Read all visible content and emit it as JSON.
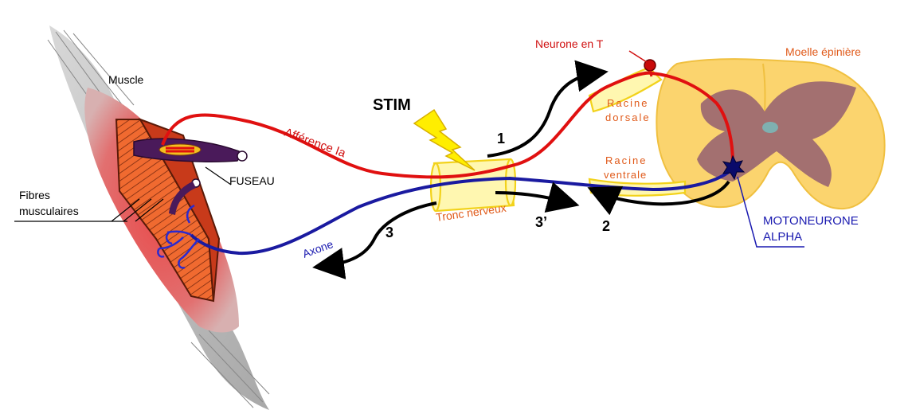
{
  "labels": {
    "muscle": "Muscle",
    "fibres_line1": "Fibres",
    "fibres_line2": "musculaires",
    "fuseau": "FUSEAU",
    "afference": "Afférence Ia",
    "stim": "STIM",
    "neurone_t": "Neurone en T",
    "moelle": "Moelle épinière",
    "racine_dorsale_1": "Racine",
    "racine_dorsale_2": "dorsale",
    "racine_ventrale_1": "Racine",
    "racine_ventrale_2": "ventrale",
    "tronc": "Tronc nerveux",
    "axone": "Axone",
    "moto_line1": "MOTONEURONE",
    "moto_line2": "ALPHA",
    "num_1": "1",
    "num_2": "2",
    "num_3": "3",
    "num_3p": "3’"
  },
  "colors": {
    "afferent": "#e01010",
    "efferent": "#1a1aa0",
    "nerve": "#f2d21a",
    "muscle": "#e05050",
    "fibres": "#ef6030",
    "cord_white": "#fbd06a",
    "cord_gray": "#a07070",
    "label_orange": "#e05a1a",
    "label_red": "#d01010",
    "label_blue": "#1a1ab0"
  }
}
